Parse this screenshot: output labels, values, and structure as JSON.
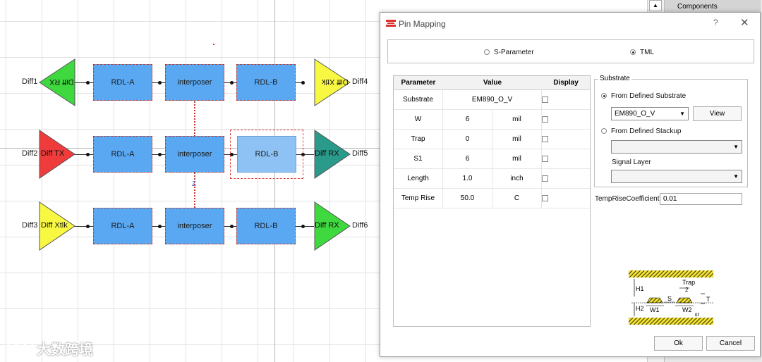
{
  "schematic": {
    "rows": [
      {
        "left_port": "Diff1",
        "left_tri": "Diff RX",
        "blocks": [
          "RDL-A",
          "interposer",
          "RDL-B"
        ],
        "right_tri": "Diff Xtlk",
        "right_port": "Diff4"
      },
      {
        "left_port": "Diff2",
        "left_tri": "Diff TX",
        "blocks": [
          "RDL-A",
          "interposer",
          "RDL-B"
        ],
        "right_tri": "Diff RX",
        "right_port": "Diff5"
      },
      {
        "left_port": "Diff3",
        "left_tri": "Diff Xtlk",
        "blocks": [
          "RDL-A",
          "interposer",
          "RDL-B"
        ],
        "right_tri": "Diff RX",
        "right_port": "Diff6"
      }
    ],
    "coupling_label": "Z",
    "tri_colors": {
      "green": "#3fd83f",
      "yellow": "#f8f843",
      "red": "#ef3b3b",
      "teal": "#2a9b8a"
    },
    "block_color": "#5aa8f2"
  },
  "components_panel": {
    "title": "Components"
  },
  "watermark": "大数跨境",
  "dialog": {
    "title": "Pin Mapping",
    "help": "?",
    "close": "✕",
    "mode_options": [
      {
        "label": "S-Parameter",
        "selected": false
      },
      {
        "label": "TML",
        "selected": true
      }
    ],
    "table": {
      "headers": [
        "Parameter",
        "Value",
        "Display"
      ],
      "rows": [
        {
          "param": "Substrate",
          "value": "EM890_O_V",
          "unit": "",
          "checked": false
        },
        {
          "param": "W",
          "value": "6",
          "unit": "mil",
          "checked": false
        },
        {
          "param": "Trap",
          "value": "0",
          "unit": "mil",
          "checked": false
        },
        {
          "param": "S1",
          "value": "6",
          "unit": "mil",
          "checked": false
        },
        {
          "param": "Length",
          "value": "1.0",
          "unit": "inch",
          "checked": false
        },
        {
          "param": "Temp Rise",
          "value": "50.0",
          "unit": "C",
          "checked": false
        }
      ]
    },
    "substrate": {
      "legend": "Substrate",
      "from_defined_substrate": "From Defined Substrate",
      "substrate_value": "EM890_O_V",
      "view_button": "View",
      "from_defined_stackup": "From Defined Stackup",
      "stackup_value": "",
      "signal_layer_label": "Signal Layer",
      "signal_layer_value": ""
    },
    "temp_rise_coefficient": {
      "label": "TempRiseCoefficient",
      "value": "0.01"
    },
    "diagram_labels": {
      "h1": "H1",
      "h2": "H2",
      "w1": "W1",
      "w2": "W2",
      "s": "S",
      "t": "T",
      "trap": "Trap",
      "two": "2",
      "er": "εr"
    },
    "ok_button": "Ok",
    "cancel_button": "Cancel"
  }
}
